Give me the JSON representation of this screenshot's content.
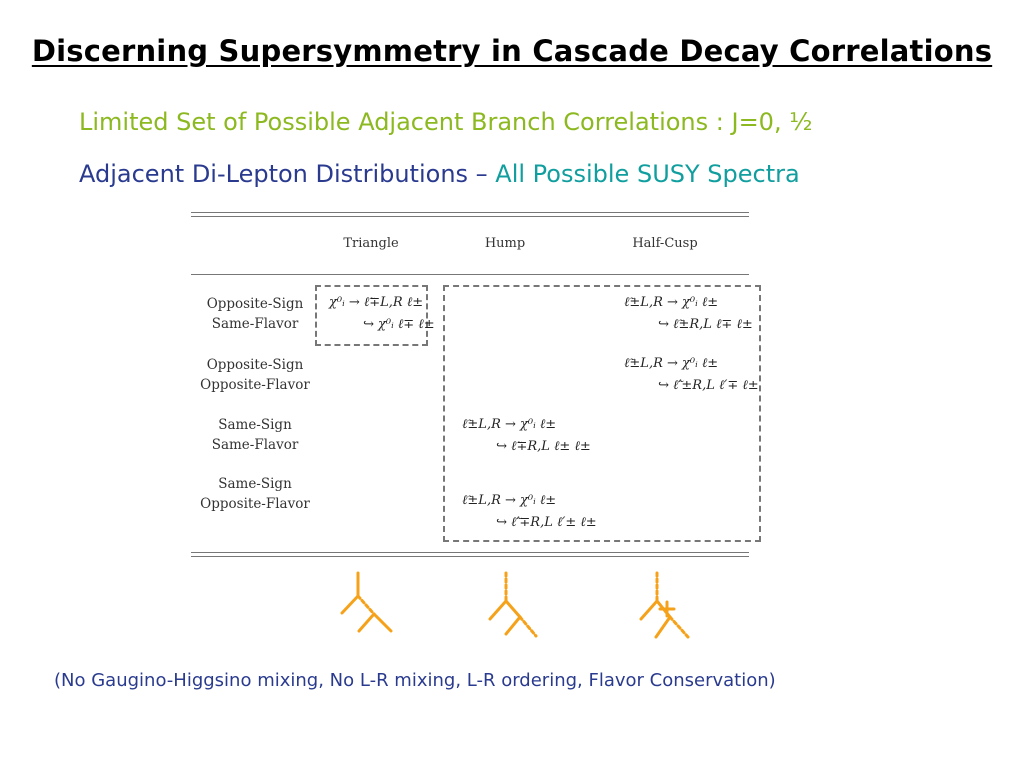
{
  "title": "Discerning Supersymmetry in Cascade Decay Correlations",
  "subtitle1": "Limited Set of Possible Adjacent Branch Correlations :  J=0, ½",
  "subtitle2": {
    "part1": "Adjacent Di-Lepton Distributions",
    "dash": " – ",
    "part2": "All Possible SUSY Spectra"
  },
  "table": {
    "columns": [
      "Triangle",
      "Hump",
      "Half-Cusp"
    ],
    "rows": [
      {
        "line1": "Opposite-Sign",
        "line2": "Same-Flavor"
      },
      {
        "line1": "Opposite-Sign",
        "line2": "Opposite-Flavor"
      },
      {
        "line1": "Same-Sign",
        "line2": "Same-Flavor"
      },
      {
        "line1": "Same-Sign",
        "line2": "Opposite-Flavor"
      }
    ],
    "formulas": {
      "triangle_os_sf": {
        "l1": "χ⁰ᵢ → ℓ̃∓L,R ℓ±",
        "l2": "↪ χ⁰ᵢ ℓ∓ ℓ±"
      },
      "halfcusp_os_sf": {
        "l1": "ℓ̃±L,R → χ⁰ᵢ ℓ±",
        "l2": "↪ ℓ̃±R,L ℓ∓ ℓ±"
      },
      "halfcusp_os_of": {
        "l1": "ℓ̃±L,R → χ⁰ᵢ ℓ±",
        "l2": "↪ ℓ̃′±R,L ℓ′∓ ℓ±"
      },
      "hump_ss_sf": {
        "l1": "ℓ̃±L,R → χ⁰ᵢ ℓ±",
        "l2": "↪ ℓ̃∓R,L ℓ± ℓ±"
      },
      "hump_ss_of": {
        "l1": "ℓ̃±L,R → χ⁰ᵢ ℓ±",
        "l2": "↪ ℓ̃′∓R,L ℓ′± ℓ±"
      }
    }
  },
  "footer": "(No Gaugino-Higgsino mixing, No L-R mixing, L-R ordering, Flavor Conservation)",
  "colors": {
    "accent_orange": "#f5a21a",
    "green": "#8cb820",
    "blue": "#2a3b8f",
    "teal": "#119e9e"
  },
  "icons": [
    "triangle-diagram-icon",
    "hump-diagram-icon",
    "half-cusp-diagram-icon"
  ]
}
